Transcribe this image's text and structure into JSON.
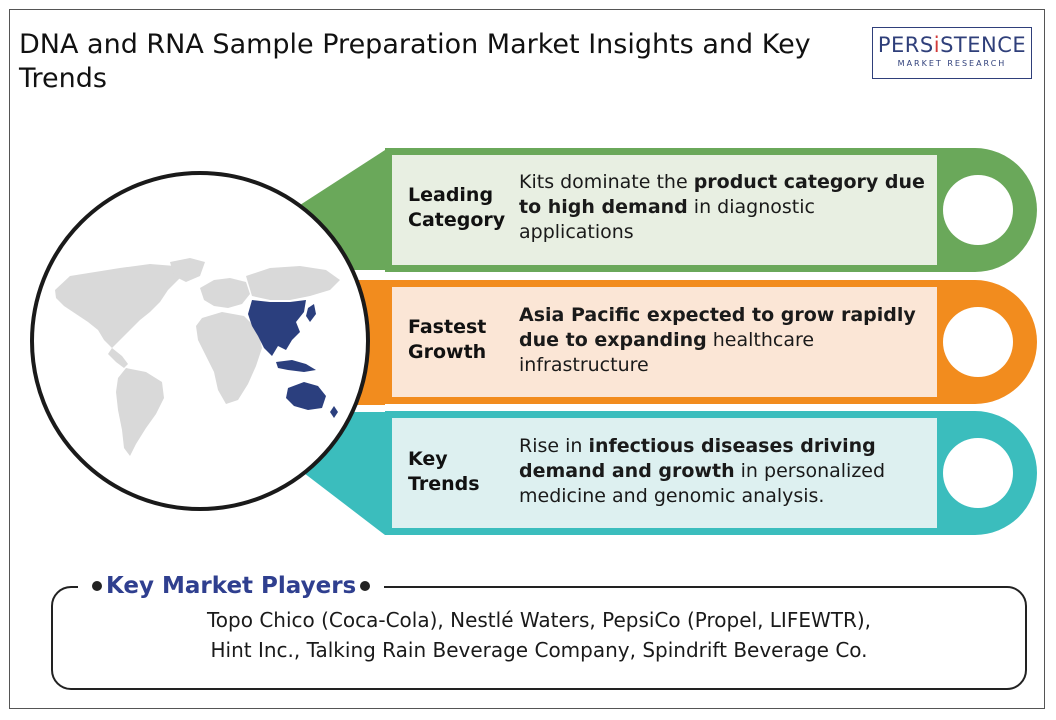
{
  "title": "DNA and RNA Sample Preparation Market Insights and Key Trends",
  "logo": {
    "main_pre": "PERS",
    "main_i": "i",
    "main_post": "STENCE",
    "sub": "MARKET RESEARCH"
  },
  "panels": [
    {
      "label_line1": "Leading",
      "label_line2": "Category",
      "desc_plain1": "Kits dominate the ",
      "desc_bold": "product category due to high demand",
      "desc_plain2": " in diagnostic applications",
      "color": "#6aa85a",
      "fill": "#e8efe2"
    },
    {
      "label_line1": "Fastest",
      "label_line2": "Growth",
      "desc_plain1": "",
      "desc_bold": "Asia Pacific expected to grow rapidly due to expanding",
      "desc_plain2": " healthcare infrastructure",
      "color": "#f28c1e",
      "fill": "#fbe6d6"
    },
    {
      "label_line1": "Key",
      "label_line2": "Trends",
      "desc_plain1": "Rise in ",
      "desc_bold": "infectious diseases driving demand and growth",
      "desc_plain2": " in personalized medicine and genomic analysis.",
      "color": "#3bbdbd",
      "fill": "#ddf0f0"
    }
  ],
  "players": {
    "title": "Key Market Players",
    "line1": "Topo Chico (Coca-Cola), Nestlé Waters, PepsiCo (Propel, LIFEWTR),",
    "line2": "Hint Inc., Talking Rain Beverage Company, Spindrift Beverage Co."
  },
  "map": {
    "highlight_region": "Asia Pacific",
    "highlight_color": "#2b3f7e",
    "base_color": "#d9d9d9"
  }
}
